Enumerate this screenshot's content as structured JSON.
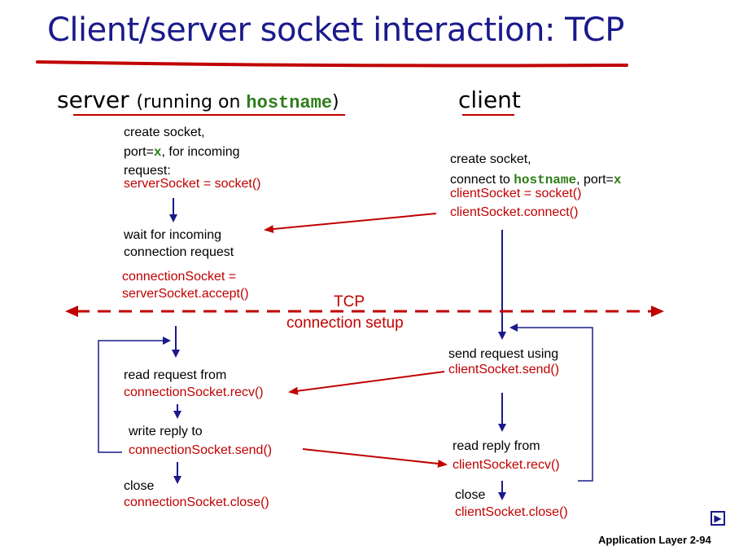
{
  "title": "Client/server socket interaction: TCP",
  "server_header": {
    "word": "server",
    "paren_open": "(running on ",
    "hostname": "hostname",
    "paren_close": ")"
  },
  "client_header": "client",
  "server": {
    "create_line1": "create socket,",
    "create_line2_pre": "port=",
    "create_line2_var": "x",
    "create_line2_post": ", for incoming",
    "create_line3": "request:",
    "create_code": "serverSocket = socket()",
    "wait_line1": "wait for incoming",
    "wait_line2": "connection request",
    "accept_line1": "connectionSocket =",
    "accept_line2": "serverSocket.accept()",
    "read_line1": "read request from",
    "read_code": "connectionSocket.recv()",
    "write_line1": "write reply to",
    "write_code": "connectionSocket.send()",
    "close_line1": "close",
    "close_code": "connectionSocket.close()"
  },
  "client": {
    "create_line1": "create socket,",
    "connect_pre": "connect to ",
    "connect_host": "hostname",
    "connect_mid": ", port=",
    "connect_var": "x",
    "code1": "clientSocket = socket()",
    "code2": "clientSocket.connect()",
    "send_line1": "send request using",
    "send_code": "clientSocket.send()",
    "read_line1": "read reply from",
    "read_code": "clientSocket.recv()",
    "close_line1": "close",
    "close_code": "clientSocket.close()"
  },
  "tcp_label_line1": "TCP",
  "tcp_label_line2": "connection setup",
  "footer": "Application Layer 2-94",
  "colors": {
    "title": "#1a1a8c",
    "red": "#c00000",
    "blue": "#1a1a8c",
    "green": "#2e7d1a"
  },
  "nav_icon": "next-slide-icon"
}
